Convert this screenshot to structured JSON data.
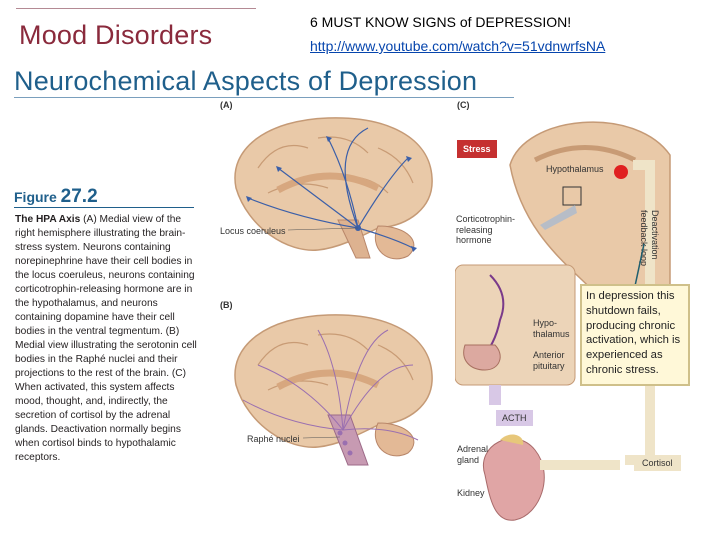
{
  "header": {
    "section_title": "Mood Disorders",
    "slide_title": "Neurochemical Aspects of Depression",
    "promo_text": "6 MUST KNOW SIGNS of DEPRESSION!",
    "promo_link": "http://www.youtube.com/watch?v=51vdnwrfsNA"
  },
  "figure": {
    "label_prefix": "Figure",
    "label_number": "27.2",
    "caption_lead": "The HPA Axis",
    "caption_body": "(A) Medial view of the right hemisphere illustrating the brain-stress system. Neurons containing norepinephrine have their cell bodies in the locus coeruleus, neurons containing corticotrophin-releasing hormone are in the hypothalamus, and neurons containing dopamine have their cell bodies in the ventral tegmentum. (B) Medial view illustrating the serotonin cell bodies in the Raphé nuclei and their projections to the rest of the brain. (C) When activated, this system affects mood, thought, and, indirectly, the secretion of cortisol by the adrenal glands. Deactivation normally begins when cortisol binds to hypothalamic receptors.",
    "panel_a": "(A)",
    "panel_b": "(B)",
    "panel_c": "(C)",
    "locus_label": "Locus coeruleus",
    "raphe_label": "Raphé nuclei",
    "stress_label": "Stress",
    "hypothalamus_label": "Hypothalamus",
    "crh_label": "Corticotrophin-releasing hormone",
    "hypothalamus_small_label": "Hypo- thalamus",
    "anterior_pituitary_label": "Anterior pituitary",
    "acth_label": "ACTH",
    "adrenal_label": "Adrenal gland",
    "kidney_label": "Kidney",
    "cortisol_label": "Cortisol",
    "feedback_label": "feedback loop",
    "deactivation_label": "Deactivation",
    "callout_text": "In depression this shutdown fails, producing chronic activation, which is experienced as chronic stress."
  },
  "colors": {
    "section_title": "#8a2a3c",
    "slide_title": "#1f5f8b",
    "stress": "#c53030",
    "callout_bg": "#fff8d8"
  }
}
